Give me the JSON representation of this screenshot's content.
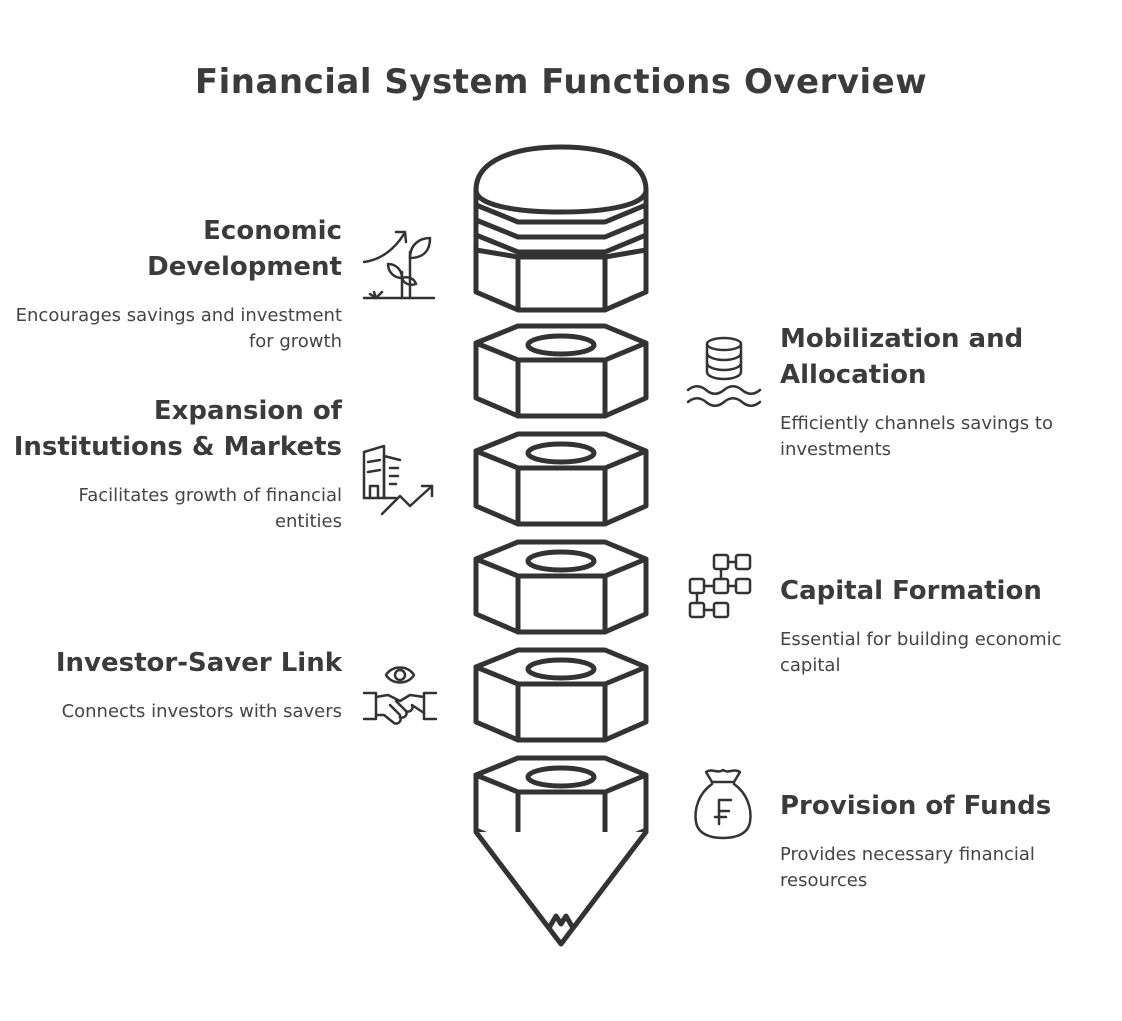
{
  "title": "Financial System Functions Overview",
  "stroke_color": "#333333",
  "items": [
    {
      "side": "left",
      "heading": "Economic Development",
      "description": "Encourages savings and investment for growth",
      "icon": "plant-growth-icon"
    },
    {
      "side": "right",
      "heading": "Mobilization and Allocation",
      "description": "Efficiently channels savings to investments",
      "icon": "database-stream-icon"
    },
    {
      "side": "left",
      "heading": "Expansion of Institutions & Markets",
      "description": "Facilitates growth of financial entities",
      "icon": "buildings-trend-icon"
    },
    {
      "side": "right",
      "heading": "Capital Formation",
      "description": "Essential for building economic capital",
      "icon": "blocks-network-icon"
    },
    {
      "side": "left",
      "heading": "Investor-Saver Link",
      "description": "Connects investors with savers",
      "icon": "handshake-eye-icon"
    },
    {
      "side": "right",
      "heading": "Provision of Funds",
      "description": "Provides necessary financial resources",
      "icon": "money-bag-icon"
    }
  ]
}
